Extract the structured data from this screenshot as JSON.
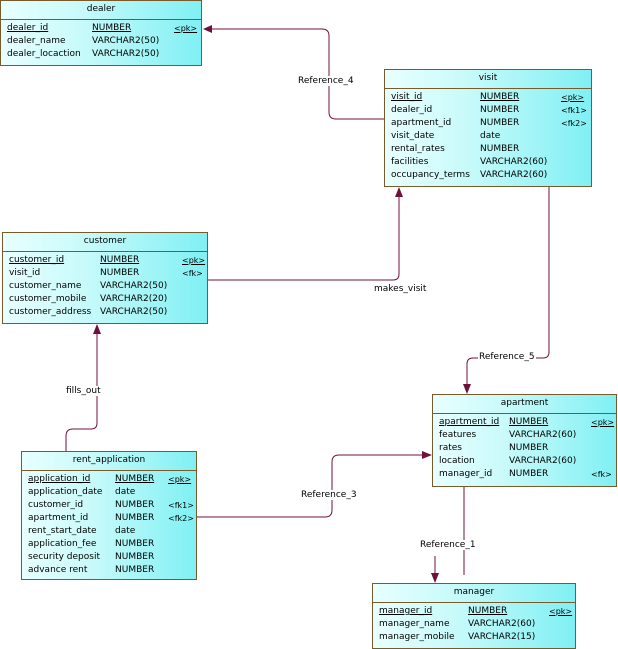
{
  "colors": {
    "line": "#70103c",
    "border": "#7a5a2a",
    "fill_light": "#e8ffff",
    "fill_dark": "#80f0f4"
  },
  "tables": {
    "dealer": {
      "name": "dealer",
      "columns": [
        {
          "name": "dealer_id",
          "type": "NUMBER",
          "key": "<pk>",
          "pk": true
        },
        {
          "name": "dealer_name",
          "type": "VARCHAR2(50)",
          "key": ""
        },
        {
          "name": "dealer_locaction",
          "type": "VARCHAR2(50)",
          "key": ""
        }
      ]
    },
    "visit": {
      "name": "visit",
      "columns": [
        {
          "name": "visit_id",
          "type": "NUMBER",
          "key": "<pk>",
          "pk": true
        },
        {
          "name": "dealer_id",
          "type": "NUMBER",
          "key": "<fk1>"
        },
        {
          "name": "apartment_id",
          "type": "NUMBER",
          "key": "<fk2>"
        },
        {
          "name": "visit_date",
          "type": "date",
          "key": ""
        },
        {
          "name": "rental_rates",
          "type": "NUMBER",
          "key": ""
        },
        {
          "name": "facilities",
          "type": "VARCHAR2(60)",
          "key": ""
        },
        {
          "name": "occupancy_terms",
          "type": "VARCHAR2(60)",
          "key": ""
        }
      ]
    },
    "customer": {
      "name": "customer",
      "columns": [
        {
          "name": "customer_id",
          "type": "NUMBER",
          "key": "<pk>",
          "pk": true
        },
        {
          "name": "visit_id",
          "type": "NUMBER",
          "key": "<fk>"
        },
        {
          "name": "customer_name",
          "type": "VARCHAR2(50)",
          "key": ""
        },
        {
          "name": "customer_mobile",
          "type": "VARCHAR2(20)",
          "key": ""
        },
        {
          "name": "customer_address",
          "type": "VARCHAR2(50)",
          "key": ""
        }
      ]
    },
    "rent_application": {
      "name": "rent_application",
      "columns": [
        {
          "name": "application_id",
          "type": "NUMBER",
          "key": "<pk>",
          "pk": true
        },
        {
          "name": "application_date",
          "type": "date",
          "key": ""
        },
        {
          "name": "customer_id",
          "type": "NUMBER",
          "key": "<fk1>"
        },
        {
          "name": "apartment_id",
          "type": "NUMBER",
          "key": "<fk2>"
        },
        {
          "name": "rent_start_date",
          "type": "date",
          "key": ""
        },
        {
          "name": "application_fee",
          "type": "NUMBER",
          "key": ""
        },
        {
          "name": "security deposit",
          "type": "NUMBER",
          "key": ""
        },
        {
          "name": "advance rent",
          "type": "NUMBER",
          "key": ""
        }
      ]
    },
    "apartment": {
      "name": "apartment",
      "columns": [
        {
          "name": "apartment_id",
          "type": "NUMBER",
          "key": "<pk>",
          "pk": true
        },
        {
          "name": "features",
          "type": "VARCHAR2(60)",
          "key": ""
        },
        {
          "name": "rates",
          "type": "NUMBER",
          "key": ""
        },
        {
          "name": "location",
          "type": "VARCHAR2(60)",
          "key": ""
        },
        {
          "name": "manager_id",
          "type": "NUMBER",
          "key": "<fk>"
        }
      ]
    },
    "manager": {
      "name": "manager",
      "columns": [
        {
          "name": "manager_id",
          "type": "NUMBER",
          "key": "<pk>",
          "pk": true
        },
        {
          "name": "manager_name",
          "type": "VARCHAR2(60)",
          "key": ""
        },
        {
          "name": "manager_mobile",
          "type": "VARCHAR2(15)",
          "key": ""
        }
      ]
    }
  },
  "references": [
    {
      "label": "Reference_4",
      "from": "visit",
      "to": "dealer"
    },
    {
      "label": "makes_visit",
      "from": "customer",
      "to": "visit"
    },
    {
      "label": "Reference_5",
      "from": "visit",
      "to": "apartment"
    },
    {
      "label": "fills_out",
      "from": "rent_application",
      "to": "customer"
    },
    {
      "label": "Reference_3",
      "from": "rent_application",
      "to": "apartment"
    },
    {
      "label": "Reference_1",
      "from": "apartment",
      "to": "manager"
    }
  ]
}
